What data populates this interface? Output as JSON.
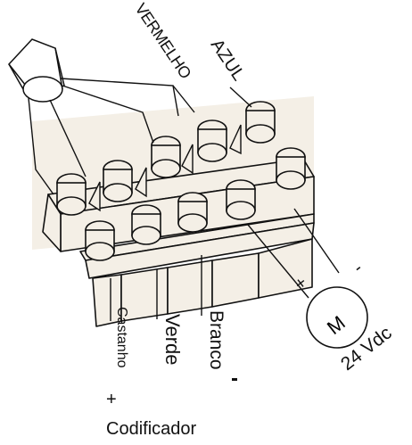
{
  "wires": {
    "top": [
      {
        "name": "red",
        "label": "VERMELHO"
      },
      {
        "name": "blue",
        "label": "AZUL"
      }
    ],
    "bottom": [
      {
        "name": "brown",
        "label": "Castanho"
      },
      {
        "name": "green",
        "label": "Verde"
      },
      {
        "name": "white",
        "label": "Branco"
      }
    ]
  },
  "motor": {
    "symbol": "M",
    "voltage": "24 Vdc",
    "plus_sign": "+",
    "minus_sign": "-"
  },
  "encoder": {
    "label": "Codificador",
    "plus_sign": "+"
  },
  "colors": {
    "block_fill": "#f4efe6",
    "line": "#111111"
  }
}
